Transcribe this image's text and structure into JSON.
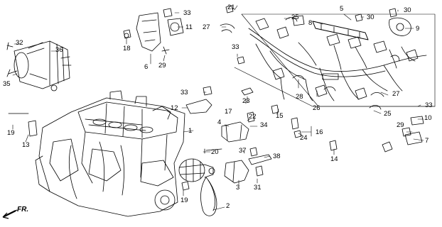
{
  "diagram": {
    "direction_label": "FR.",
    "callouts": [
      "1",
      "2",
      "3",
      "4",
      "5",
      "6",
      "7",
      "8",
      "9",
      "10",
      "11",
      "12",
      "13",
      "14",
      "15",
      "16",
      "17",
      "18",
      "19",
      "19",
      "20",
      "21",
      "22",
      "23",
      "24",
      "25",
      "25",
      "26",
      "27",
      "27",
      "28",
      "29",
      "29",
      "30",
      "30",
      "31",
      "32",
      "33",
      "33",
      "33",
      "33",
      "34",
      "35",
      "36",
      "37",
      "38"
    ]
  },
  "colors": {
    "ink": "#000000",
    "paper": "#ffffff"
  }
}
